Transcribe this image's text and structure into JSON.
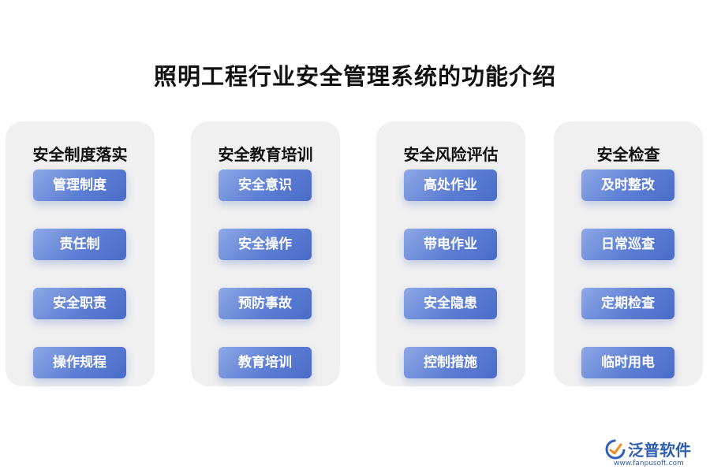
{
  "title": "照明工程行业安全管理系统的功能介绍",
  "columns": [
    {
      "header": "安全制度落实",
      "items": [
        "管理制度",
        "责任制",
        "安全职责",
        "操作规程"
      ]
    },
    {
      "header": "安全教育培训",
      "items": [
        "安全意识",
        "安全操作",
        "预防事故",
        "教育培训"
      ]
    },
    {
      "header": "安全风险评估",
      "items": [
        "高处作业",
        "带电作业",
        "安全隐患",
        "控制措施"
      ]
    },
    {
      "header": "安全检查",
      "items": [
        "及时整改",
        "日常巡查",
        "定期检查",
        "临时用电"
      ]
    }
  ],
  "brand": {
    "name": "泛普软件",
    "url": "www.fanpusoft.com",
    "color": "#2f5fb3"
  },
  "colors": {
    "column_bg": "#f0f0f0",
    "button_start": "#8ea8e6",
    "button_end": "#4a6cc8",
    "title": "#111111"
  }
}
